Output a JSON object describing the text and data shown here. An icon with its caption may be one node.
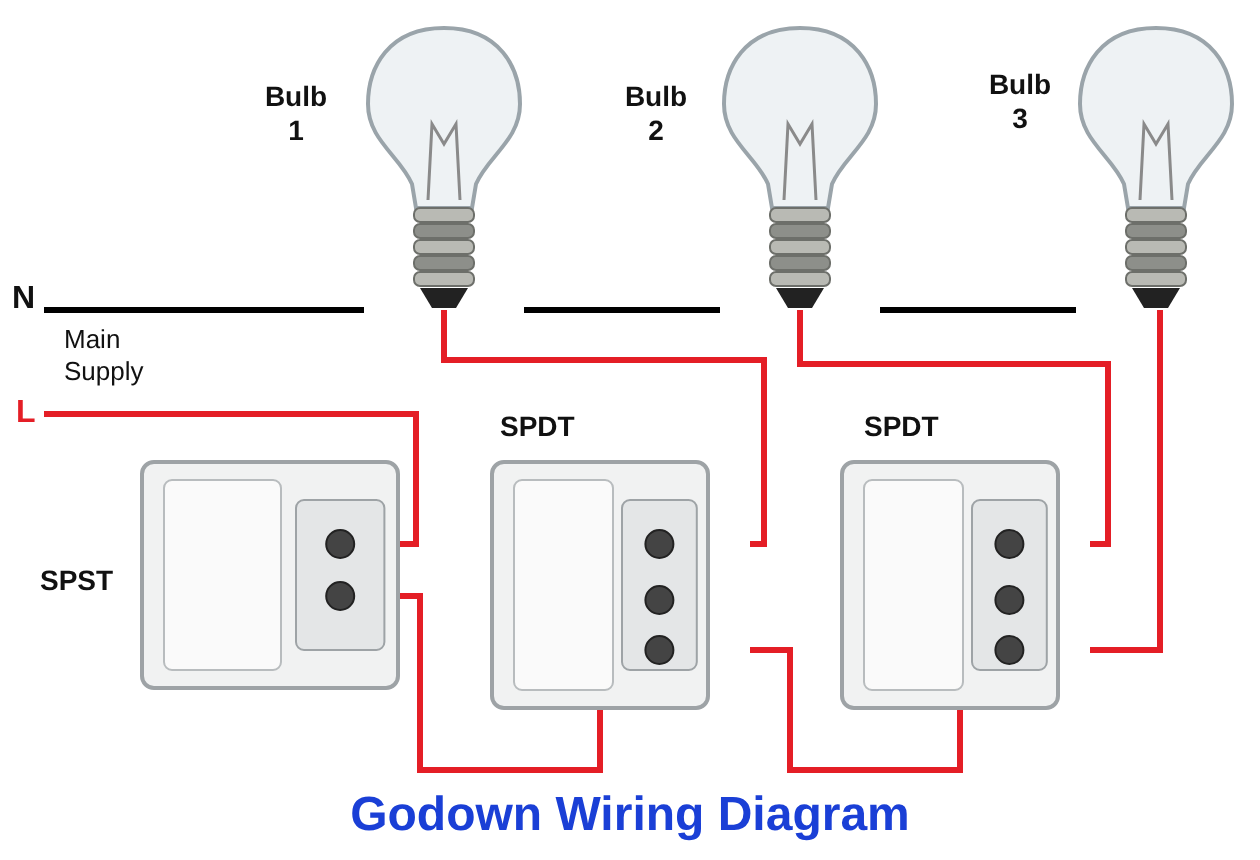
{
  "diagram": {
    "caption": "Godown Wiring Diagram",
    "nodes": [
      {
        "text": [],
        "shape": "picture",
        "beside": [
          "Bulb 1"
        ]
      },
      {
        "text": [],
        "shape": "picture",
        "beside": [
          "Bulb 2"
        ]
      },
      {
        "text": [],
        "shape": "picture",
        "beside": [
          "Bulb 3"
        ]
      },
      {
        "text": [
          "N"
        ]
      },
      {
        "text": [
          "L"
        ]
      },
      {
        "text": [
          "SPST"
        ]
      },
      {
        "text": [
          "SPDT"
        ]
      },
      {
        "text": [
          "SPDT"
        ]
      }
    ],
    "edges": [
      {
        "from": 3,
        "to": 0,
        "arrow": "none",
        "color": "#000000"
      },
      {
        "from": 0,
        "to": 1,
        "arrow": "none",
        "color": "#000000"
      },
      {
        "from": 1,
        "to": 2,
        "arrow": "none",
        "color": "#000000"
      },
      {
        "from": 4,
        "to": 5,
        "arrow": "none"
      },
      {
        "from": 5,
        "to": 6,
        "arrow": "none"
      },
      {
        "from": 6,
        "to": 0,
        "arrow": "none"
      },
      {
        "from": 6,
        "to": 7,
        "arrow": "none"
      },
      {
        "from": 7,
        "to": 1,
        "arrow": "none"
      },
      {
        "from": 7,
        "to": 2,
        "arrow": "none"
      }
    ],
    "labels": [
      "Main Supply"
    ]
  }
}
